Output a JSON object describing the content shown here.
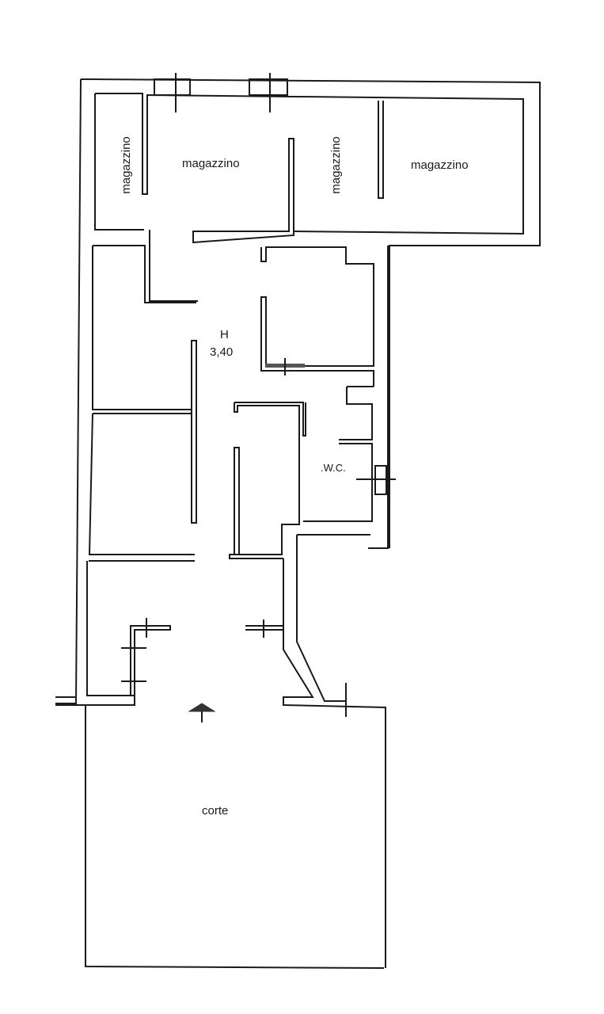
{
  "plan": {
    "wall_color": "#1a1a1a",
    "background": "#ffffff",
    "rooms": [
      {
        "id": "store-1",
        "label": "magazzino",
        "orientation": "vertical"
      },
      {
        "id": "store-2",
        "label": "magazzino",
        "orientation": "horizontal"
      },
      {
        "id": "store-3",
        "label": "magazzino",
        "orientation": "vertical"
      },
      {
        "id": "store-4",
        "label": "magazzino",
        "orientation": "horizontal"
      },
      {
        "id": "wc",
        "label": ".W.C."
      },
      {
        "id": "courtyard",
        "label": "corte"
      }
    ],
    "height_label": "H",
    "height_value": "3,40",
    "entrance_icon": "entrance-arrow-icon"
  }
}
